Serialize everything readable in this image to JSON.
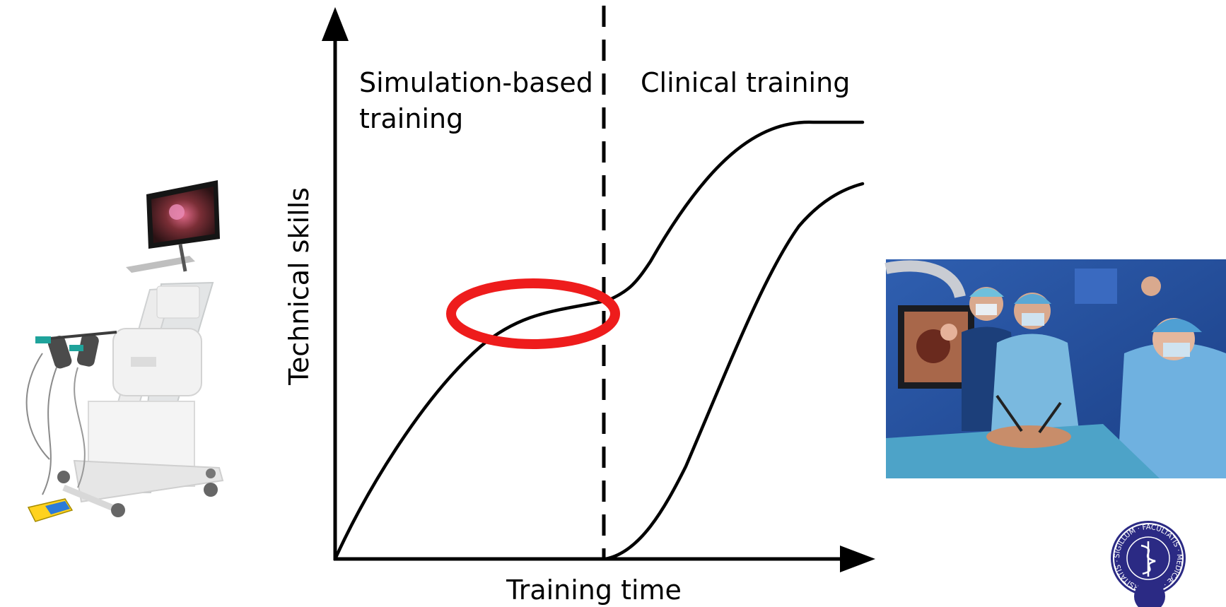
{
  "axes": {
    "y_label": "Technical skills",
    "x_label": "Training time"
  },
  "phases": {
    "left_line1": "Simulation-based",
    "left_line2": "training",
    "right": "Clinical training"
  },
  "colors": {
    "axis": "#000000",
    "highlight": "#ee1c1c",
    "seal": "#2b2a84"
  },
  "images": {
    "left": "laparoscopy-simulator",
    "right": "operating-room-surgeons",
    "corner": "university-seal"
  },
  "seal": {
    "text": "SIGILLUM · FACULTATIS · MEDICÆ · UNIVERSITATIS · HAFNIENSIS"
  }
}
